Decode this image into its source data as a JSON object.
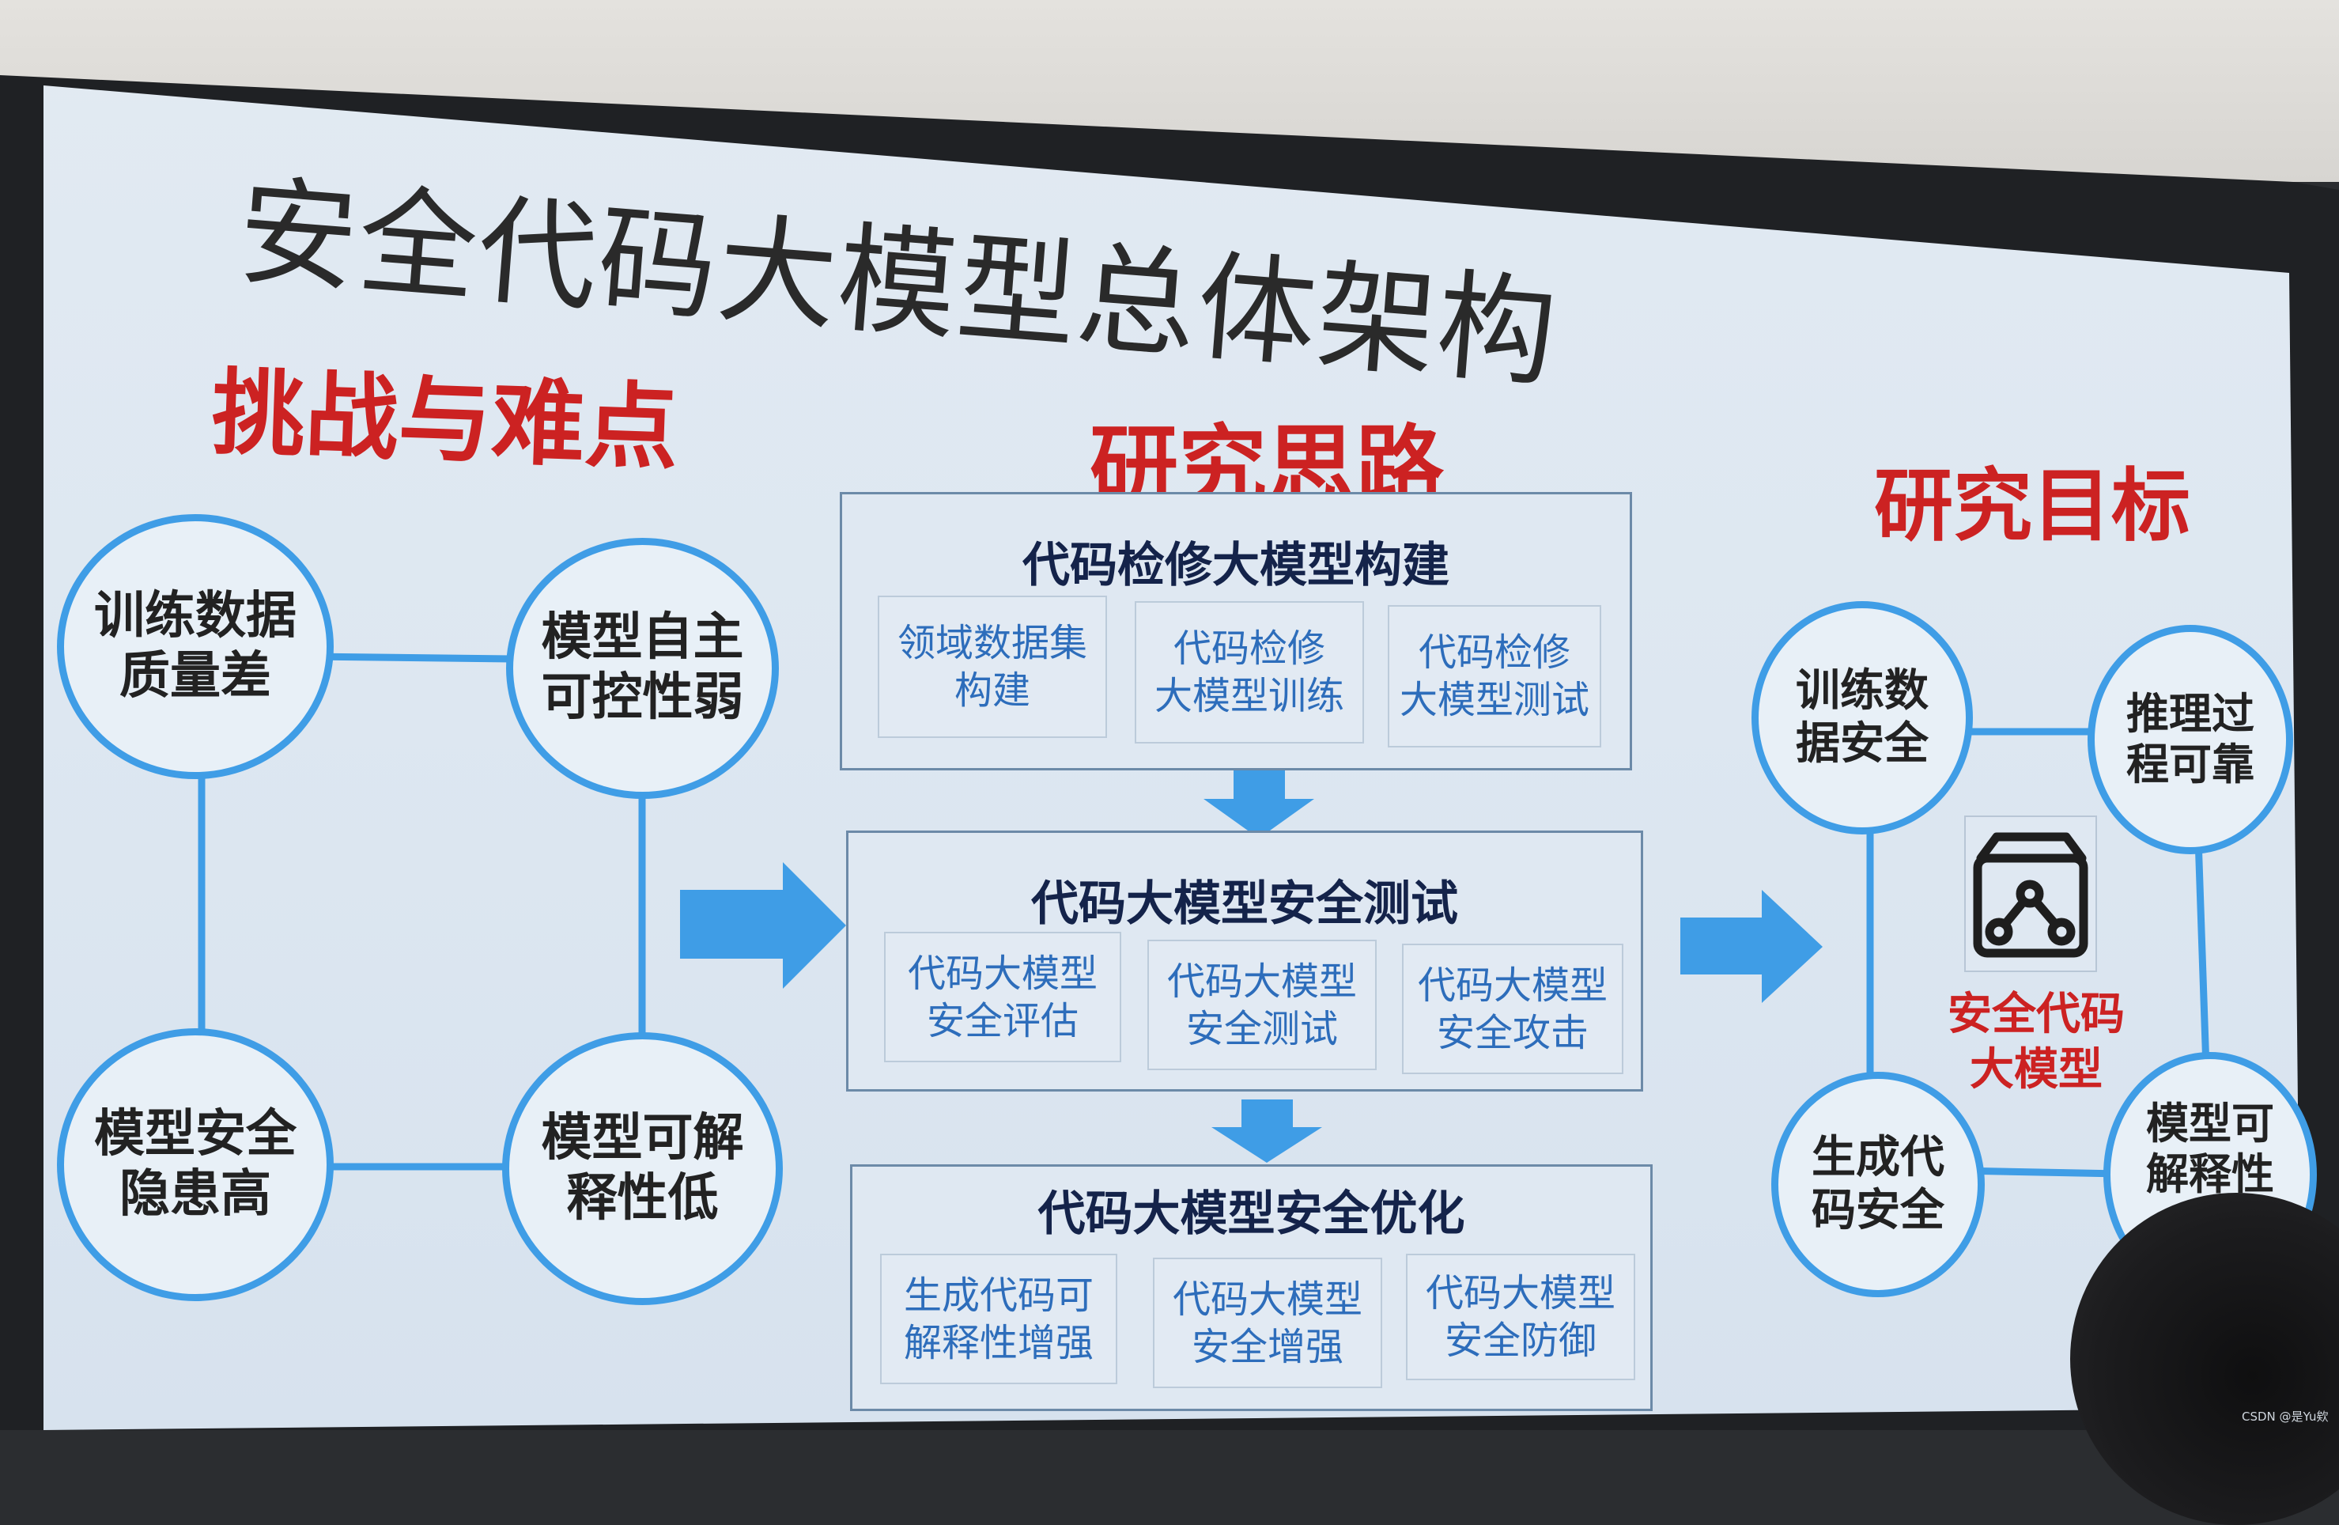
{
  "title": "安全代码大模型总体架构",
  "sections": {
    "challenges": "挑战与难点",
    "approach": "研究思路",
    "goals": "研究目标"
  },
  "challenges": [
    {
      "label": "训练数据\n质量差"
    },
    {
      "label": "模型自主\n可控性弱"
    },
    {
      "label": "模型安全\n隐患高"
    },
    {
      "label": "模型可解\n释性低"
    }
  ],
  "approach": [
    {
      "title": "代码检修大模型构建",
      "items": [
        "领域数据集\n构建",
        "代码检修\n大模型训练",
        "代码检修\n大模型测试"
      ]
    },
    {
      "title": "代码大模型安全测试",
      "items": [
        "代码大模型\n安全评估",
        "代码大模型\n安全测试",
        "代码大模型\n安全攻击"
      ]
    },
    {
      "title": "代码大模型安全优化",
      "items": [
        "生成代码可\n解释性增强",
        "代码大模型\n安全增强",
        "代码大模型\n安全防御"
      ]
    }
  ],
  "goals": [
    {
      "label": "训练数\n据安全"
    },
    {
      "label": "推理过\n程可靠"
    },
    {
      "label": "生成代\n码安全"
    },
    {
      "label": "模型可\n解释性\n强"
    }
  ],
  "goal_center": "安全代码\n大模型",
  "watermark": "CSDN @是Yu欸",
  "colors": {
    "circle_border": "#3f9de6",
    "arrow": "#3f9de6",
    "heading_red": "#cc2222",
    "box_title": "#14234a",
    "sub_text": "#2d6dbb"
  }
}
